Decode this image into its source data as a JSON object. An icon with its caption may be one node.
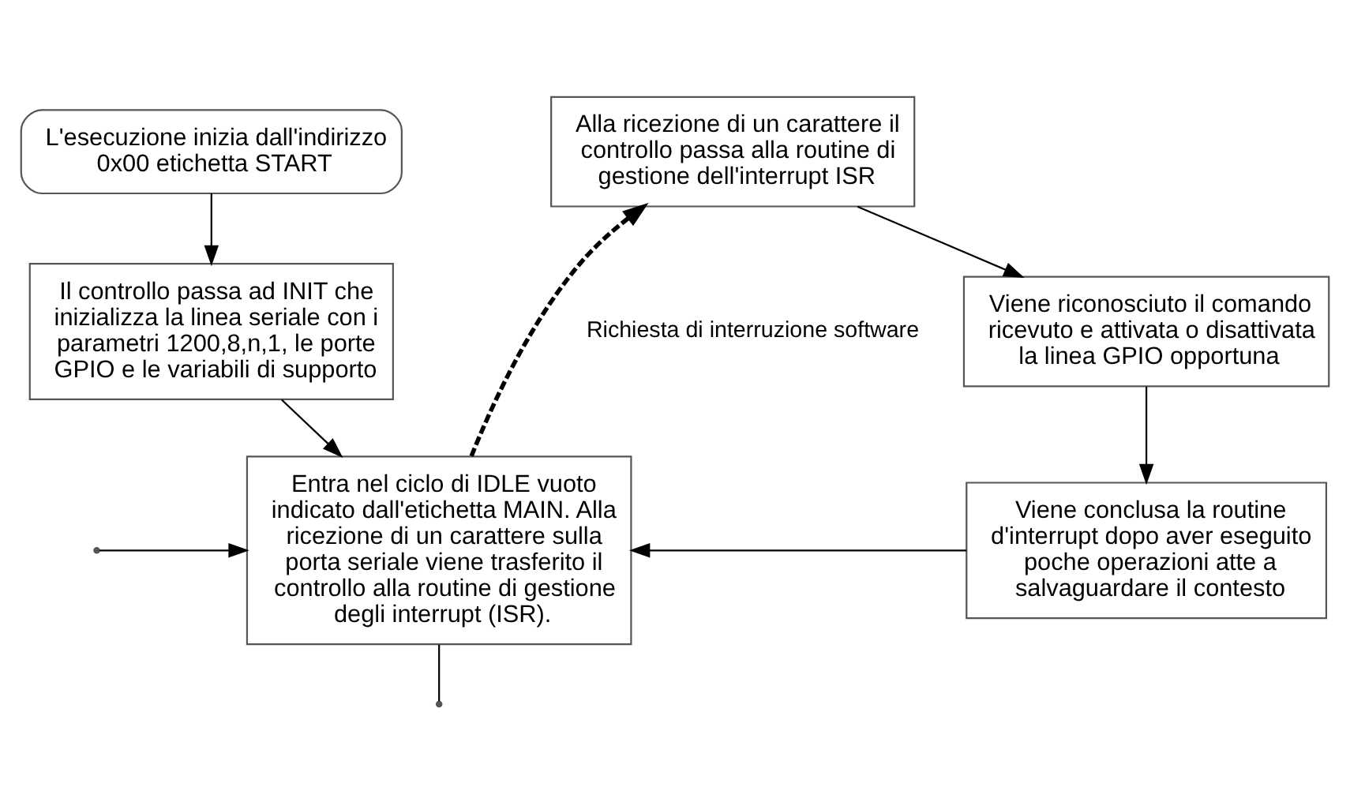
{
  "diagram": {
    "nodes": [
      {
        "text": [
          "L'esecuzione inizia dall'indirizzo 0x00 etichetta START"
        ]
      },
      {
        "text": [
          "Il controllo passa ad INIT che inizializza la linea seriale con i parametri 1200,8,n,1, le porte GPIO e le variabili di supporto"
        ]
      },
      {
        "text": [
          "Entra nel ciclo di IDLE vuoto indicato dall'etichetta MAIN. Alla ricezione di un carattere sulla porta seriale viene trasferito il controllo alla routine di gestione degli interrupt (ISR)."
        ]
      },
      {
        "text": [
          "Alla ricezione di un carattere il controllo passa alla routine di gestione dell'interrupt ISR"
        ]
      },
      {
        "text": [
          "Viene riconosciuto il comando ricevuto e attivata o disattivata la linea GPIO opportuna"
        ]
      },
      {
        "text": [
          "Viene conclusa la routine d'interrupt dopo aver eseguito poche operazioni atte a salvaguardare il contesto"
        ]
      }
    ],
    "edges": [
      {
        "from": 0,
        "to": 1,
        "arrow": "to"
      },
      {
        "from": 1,
        "to": 2,
        "arrow": "to"
      },
      {
        "from": 2,
        "to": 3,
        "arrow": "to",
        "label": "Richiesta di interruzione software",
        "style": "dashed"
      },
      {
        "from": 3,
        "to": 4,
        "arrow": "to"
      },
      {
        "from": 4,
        "to": 5,
        "arrow": "to"
      },
      {
        "from": 5,
        "to": 2,
        "arrow": "to"
      },
      {
        "from": null,
        "to": 2,
        "arrow": "to"
      },
      {
        "from": 2,
        "to": null,
        "arrow": "none"
      }
    ]
  }
}
